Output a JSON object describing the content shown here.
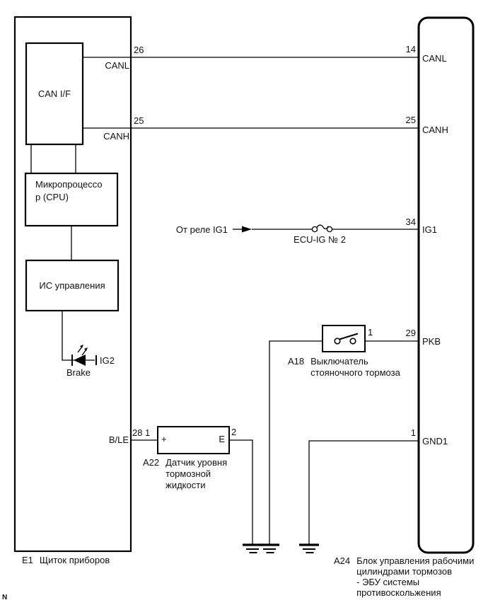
{
  "page_marker": "N",
  "instrument_panel": {
    "id": "E1",
    "name": "Щиток приборов",
    "can_if_label": "CAN I/F",
    "cpu_line1": "Микропроцессо",
    "cpu_line2": "р (CPU)",
    "control_ic_label": "ИС управления",
    "brake_label": "Brake",
    "ig2_label": "IG2",
    "canl_label": "CANL",
    "canh_label": "CANH",
    "ble_label": "B/LE",
    "pin_canl": "26",
    "pin_canh": "25",
    "pin_ble": "28"
  },
  "abs_ecu": {
    "id": "A24",
    "name_lines": [
      "Блок управления рабочими",
      "цилиндрами тормозов",
      "- ЭБУ системы",
      "противоскольжения"
    ],
    "pins": [
      {
        "num": "14",
        "label": "CANL"
      },
      {
        "num": "25",
        "label": "CANH"
      },
      {
        "num": "34",
        "label": "IG1"
      },
      {
        "num": "29",
        "label": "PKB"
      },
      {
        "num": "1",
        "label": "GND1"
      }
    ]
  },
  "ig1_feed": {
    "source_label": "От реле IG1",
    "fuse_label": "ECU-IG № 2"
  },
  "parking_brake_switch": {
    "id": "A18",
    "name_lines": [
      "Выключатель",
      "стояночного тормоза"
    ],
    "pin": "1"
  },
  "fluid_sensor": {
    "id": "A22",
    "name_lines": [
      "Датчик уровня",
      "тормозной",
      "жидкости"
    ],
    "pin_left": "1",
    "pin_right": "2",
    "plus_label": "+",
    "e_label": "E"
  },
  "colors": {
    "line": "#000000",
    "background": "#ffffff"
  }
}
